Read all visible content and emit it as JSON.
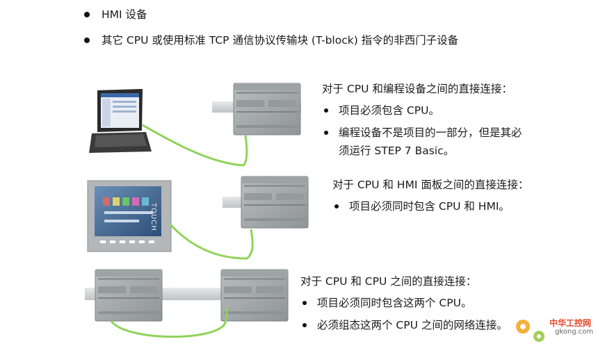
{
  "top_bullets": [
    "HMI 设备",
    "其它 CPU 或使用标准 TCP 通信协议传输块 (T-block) 指令的非西门子设备"
  ],
  "section1": {
    "heading": "对于 CPU 和编程设备之间的直接连接：",
    "bullets": [
      "项目必须包含 CPU。",
      "编程设备不是项目的一部分，但是其必",
      "须运行 STEP 7 Basic。"
    ]
  },
  "section2": {
    "heading": "对于 CPU 和 HMI 面板之间的直接连接：",
    "bullets": [
      "项目必须同时包含 CPU 和 HMI。"
    ]
  },
  "section3": {
    "heading": "对于 CPU 和 CPU 之间的直接连接：",
    "bullets": [
      "项目必须同时包含这两个 CPU。",
      "必须组态这两个 CPU 之间的网络连接。"
    ]
  },
  "hmi_brand": "TOUCH",
  "watermark": {
    "title": "中华工控网",
    "url": "gkong.com"
  },
  "colors": {
    "cable": "#8fd35a",
    "cpu_body": "#a7acae",
    "rail": "#d0d3d5"
  }
}
